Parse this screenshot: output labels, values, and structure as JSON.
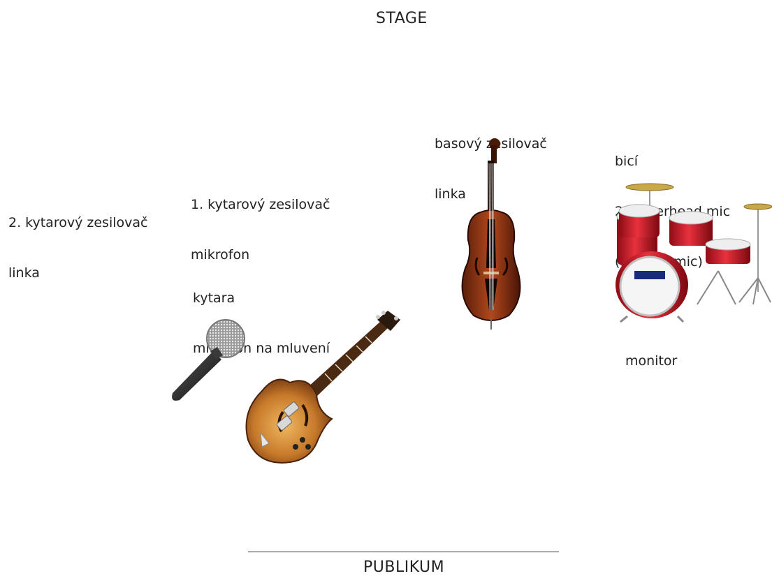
{
  "stage_title": "STAGE",
  "audience_title": "PUBLIKUM",
  "labels": {
    "guitar_amp_2": {
      "line1": "2. kytarový zesilovač",
      "line2": "linka"
    },
    "guitar_amp_1": {
      "line1": "1. kytarový zesilovač",
      "line2": "mikrofon"
    },
    "bass_amp": {
      "line1": "basový zesilovač",
      "line2": "linka"
    },
    "drums": {
      "line1": "bicí",
      "line2": "2 x overhead mic",
      "line3": "(1 snare mic)"
    },
    "guitar_voice": {
      "line1": "kytara",
      "line2": "mikrofon na mluvení"
    },
    "monitor": "monitor"
  },
  "icons": [
    "microphone-icon",
    "electric-guitar-icon",
    "double-bass-icon",
    "drum-kit-icon"
  ]
}
